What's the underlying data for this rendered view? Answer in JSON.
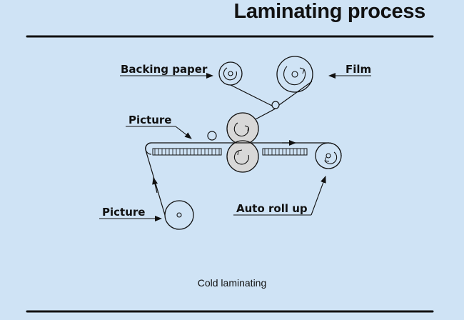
{
  "title": "Laminating process",
  "caption": "Cold laminating",
  "labels": {
    "backing_paper": "Backing paper",
    "film": "Film",
    "picture_top": "Picture",
    "picture_bottom": "Picture",
    "auto_roll_up": "Auto roll up"
  },
  "colors": {
    "background": "#cfe3f5",
    "line": "#111111",
    "pressure_roller": "#d8d8d8"
  }
}
